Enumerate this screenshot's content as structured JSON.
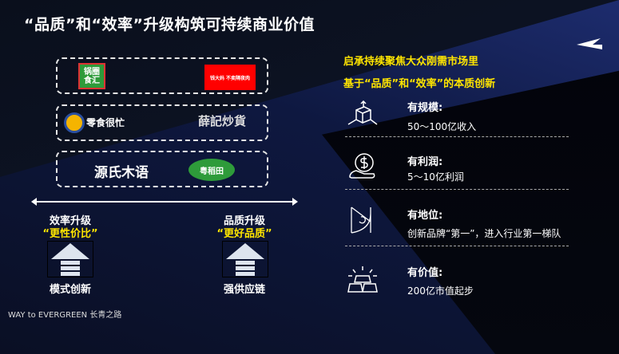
{
  "title": "“品质”和“效率”升级构筑可持续商业价值",
  "logos": {
    "row1": [
      "锅圈食汇",
      "钱大妈 不卖隔夜肉"
    ],
    "row2": [
      "零食很忙",
      "薛記炒貨"
    ],
    "row3": [
      "源氏木语",
      "粤稻田"
    ]
  },
  "left": {
    "efficiency": {
      "title": "效率升级",
      "quote": "“更性价比”",
      "bottom": "模式创新"
    },
    "quality": {
      "title": "品质升级",
      "quote": "“更好品质”",
      "bottom": "强供应链"
    }
  },
  "right": {
    "headline1": "启承持续聚焦大众刚需市场里",
    "headline2": "基于“品质”和“效率”的本质创新",
    "items": [
      {
        "title": "有规模:",
        "desc": "50～100亿收入",
        "icon": "cube-scale-icon"
      },
      {
        "title": "有利润:",
        "desc": "5～10亿利润",
        "icon": "coin-hand-icon"
      },
      {
        "title": "有地位:",
        "desc": "创新品牌“第一”，进入行业第一梯队",
        "icon": "golden-spiral-icon"
      },
      {
        "title": "有价值:",
        "desc": "200亿市值起步",
        "icon": "gold-bars-icon"
      }
    ]
  },
  "footer": "WAY to EVERGREEN 长青之路",
  "colors": {
    "accent": "#ffe500",
    "background": "#05070d",
    "logo_green": "#2e9b3a",
    "logo_red": "#ff0000"
  }
}
